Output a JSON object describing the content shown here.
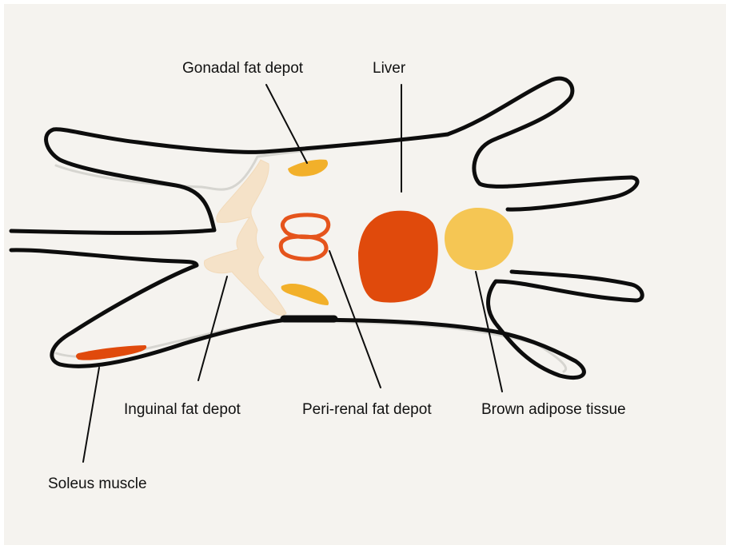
{
  "labels": {
    "gonadal": "Gonadal fat depot",
    "liver": "Liver",
    "inguinal": "Inguinal fat depot",
    "perirenal": "Peri-renal fat depot",
    "brown": "Brown adipose tissue",
    "soleus": "Soleus muscle"
  },
  "colors": {
    "background": "#f5f3ef",
    "outline": "#0d0d0d",
    "liver": "#e04a0c",
    "gonadal_fat": "#f2b02a",
    "inguinal_fat": "#f6e2c6",
    "perirenal_fat": "#e5541c",
    "brown_adipose": "#f5c654",
    "soleus": "#e04a0c"
  }
}
